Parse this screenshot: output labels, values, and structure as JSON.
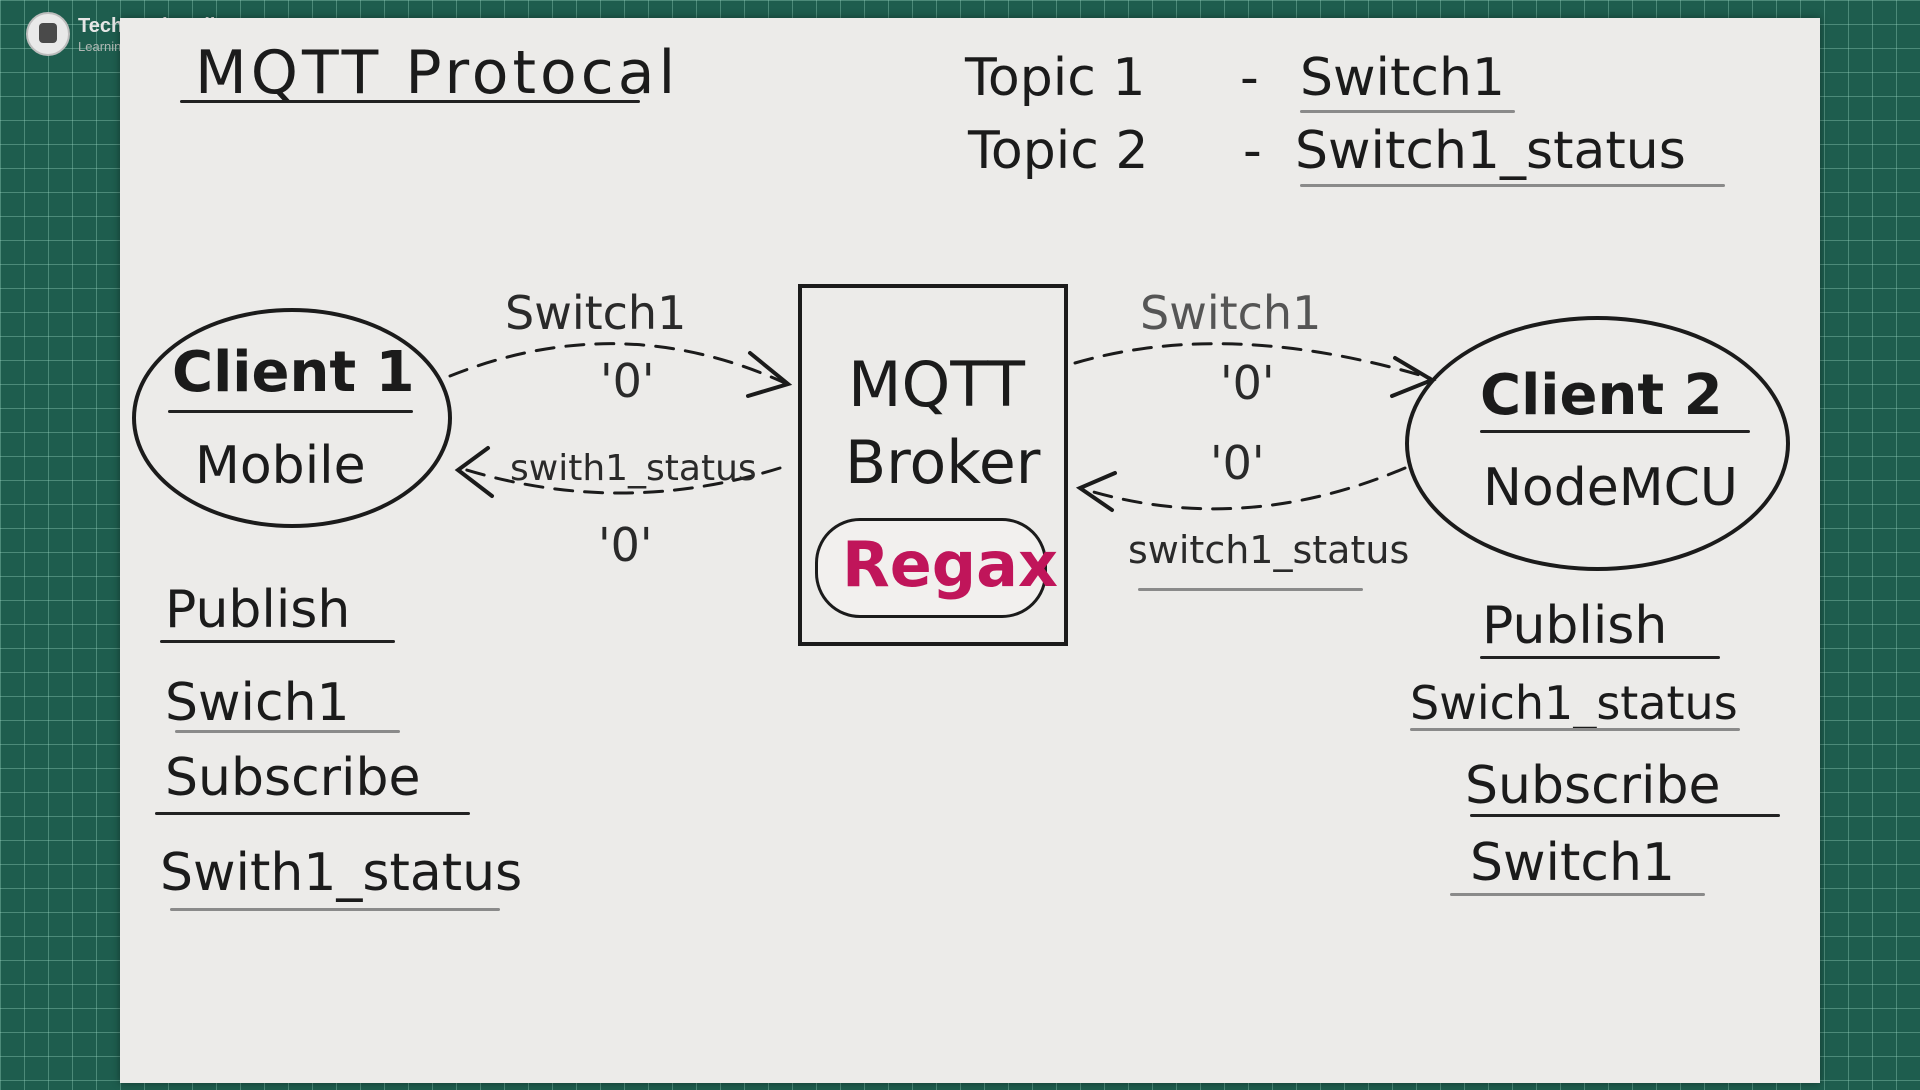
{
  "watermark": {
    "name": "TechStudyCell",
    "sub": "Learning..."
  },
  "title": "MQTT Protocal",
  "topics": [
    {
      "label": "Topic 1",
      "value": "Switch1"
    },
    {
      "label": "Topic 2",
      "value": "Switch1_status"
    }
  ],
  "separator": "-",
  "broker": {
    "line1": "MQTT",
    "line2": "Broker",
    "brand": "Regax"
  },
  "client1": {
    "name": "Client 1",
    "device": "Mobile",
    "publish_label": "Publish",
    "publish_topic": "Swich1",
    "subscribe_label": "Subscribe",
    "subscribe_topic": "Swith1_status"
  },
  "client2": {
    "name": "Client 2",
    "device": "NodeMCU",
    "publish_label": "Publish",
    "publish_topic": "Swich1_status",
    "subscribe_label": "Subscribe",
    "subscribe_topic": "Switch1"
  },
  "arrows": {
    "c1_to_broker": {
      "topic": "Switch1",
      "payload": "'0'"
    },
    "broker_to_c1": {
      "topic": "swith1_status",
      "payload": "'0'"
    },
    "broker_to_c2": {
      "topic": "Switch1",
      "payload": "'0'"
    },
    "c2_to_broker": {
      "topic": "switch1_status",
      "payload": "'0'"
    }
  },
  "colors": {
    "ink": "#1b1b1b",
    "brand": "#c0155a",
    "paper": "#ecebe9",
    "mat": "#1e5d4e"
  }
}
